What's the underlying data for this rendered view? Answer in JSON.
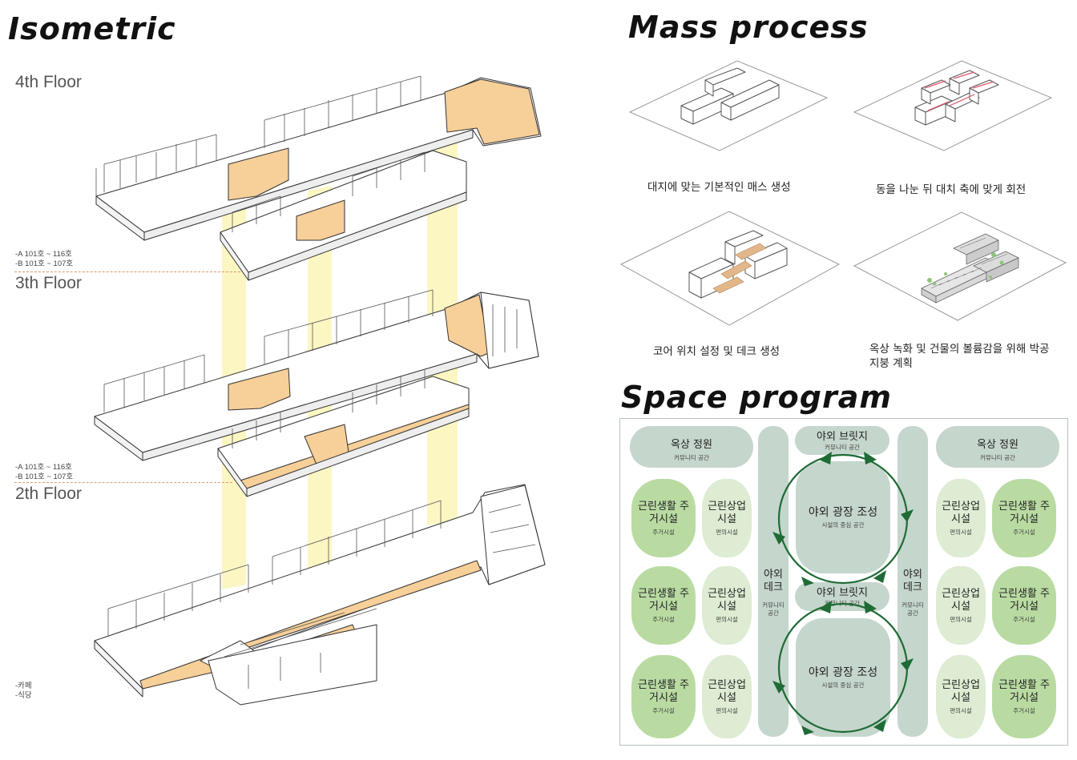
{
  "titles": {
    "isometric": "Isometric",
    "mass": "Mass process",
    "space": "Space program"
  },
  "floors": {
    "f4": "4th Floor",
    "f3": "3th Floor",
    "f2": "2th Floor"
  },
  "notes": {
    "upper_a": "-A 101호 ~ 116호",
    "upper_b": "-B 101호 ~ 107호",
    "mid_a": "-A 101호 ~ 116호",
    "mid_b": "-B 101호 ~ 107호",
    "cafe": "-카페",
    "dining": "-식당"
  },
  "mass_captions": {
    "c1": "대지에 맞는 기본적인 매스 생성",
    "c2": "동을 나눈 뒤 대치 축에 맞게 회전",
    "c3": "코어 위치 설정 및 데크 생성",
    "c4": "옥상 녹화 및 건물의 볼륨감을 위해 박공지붕 계획"
  },
  "program": {
    "rooftop_left": {
      "main": "옥상 정원",
      "sub": "커뮤니티 공간"
    },
    "rooftop_right": {
      "main": "옥상 정원",
      "sub": "커뮤니티 공간"
    },
    "bridge_top": {
      "main": "야외 브릿지",
      "sub": "커뮤니티 공간"
    },
    "bridge_mid": {
      "main": "야외 브릿지",
      "sub": "커뮤니티 공간"
    },
    "deck_left": {
      "main": "야외 데크",
      "sub": "커뮤니티 공간"
    },
    "deck_right": {
      "main": "야외 데크",
      "sub": "커뮤니티 공간"
    },
    "plaza_top": {
      "main": "야외 광장 조성",
      "sub": "시설의 중심 공간"
    },
    "plaza_bottom": {
      "main": "야외 광장 조성",
      "sub": "시설의 중심 공간"
    },
    "residential": {
      "main": "근린생활 주거시설",
      "sub": "주거시설"
    },
    "commercial": {
      "main": "근린상업 시설",
      "sub": "편의시설"
    }
  },
  "colors": {
    "highlight_orange": "#f7cf98",
    "highlight_yellow": "#fbf5b8",
    "program_grey": "#c5d6cd",
    "program_green_dark": "#b9dba2",
    "program_green_light": "#ddecd2",
    "arrow_green": "#1f6b35"
  }
}
